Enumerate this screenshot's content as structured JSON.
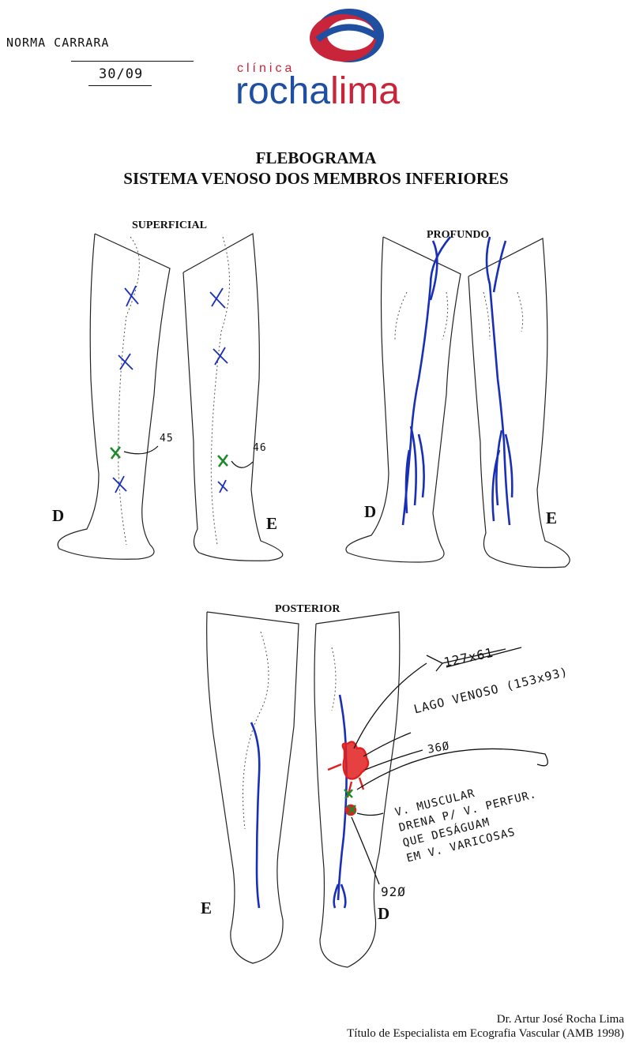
{
  "patient": {
    "name": "NORMA CARRARA",
    "date": "30/09"
  },
  "logo": {
    "prefix": "clínica",
    "word1": "rocha",
    "word2": "lima",
    "colors": {
      "blue": "#1f4fa0",
      "red": "#c8243a"
    }
  },
  "document": {
    "title": "FLEBOGRAMA",
    "subtitle": "SISTEMA VENOSO DOS MEMBROS INFERIORES"
  },
  "diagrams": {
    "superficial": {
      "label": "SUPERFICIAL",
      "left_side": "D",
      "right_side": "E",
      "marks": [
        "45",
        "46"
      ]
    },
    "profundo": {
      "label": "PROFUNDO",
      "left_side": "D",
      "right_side": "E"
    },
    "posterior": {
      "label": "POSTERIOR",
      "left_side": "E",
      "right_side": "D"
    }
  },
  "annotations": {
    "a1": "127x61",
    "a2": "LAGO VENOSO (153x93)",
    "a3": "36Ø",
    "a4_l1": "V. MUSCULAR",
    "a4_l2": "DRENA P/ V. PERFUR.",
    "a4_l3": "QUE DESÁGUAM",
    "a4_l4": "EM V. VARICOSAS",
    "a5": "92Ø"
  },
  "footer": {
    "doctor": "Dr. Artur José Rocha Lima",
    "credential": "Título de Especialista em Ecografia Vascular (AMB 1998)"
  },
  "colors": {
    "vein": "#1a2fb8",
    "mark_green": "#1f8a2a",
    "lesion_red": "#e02020"
  }
}
